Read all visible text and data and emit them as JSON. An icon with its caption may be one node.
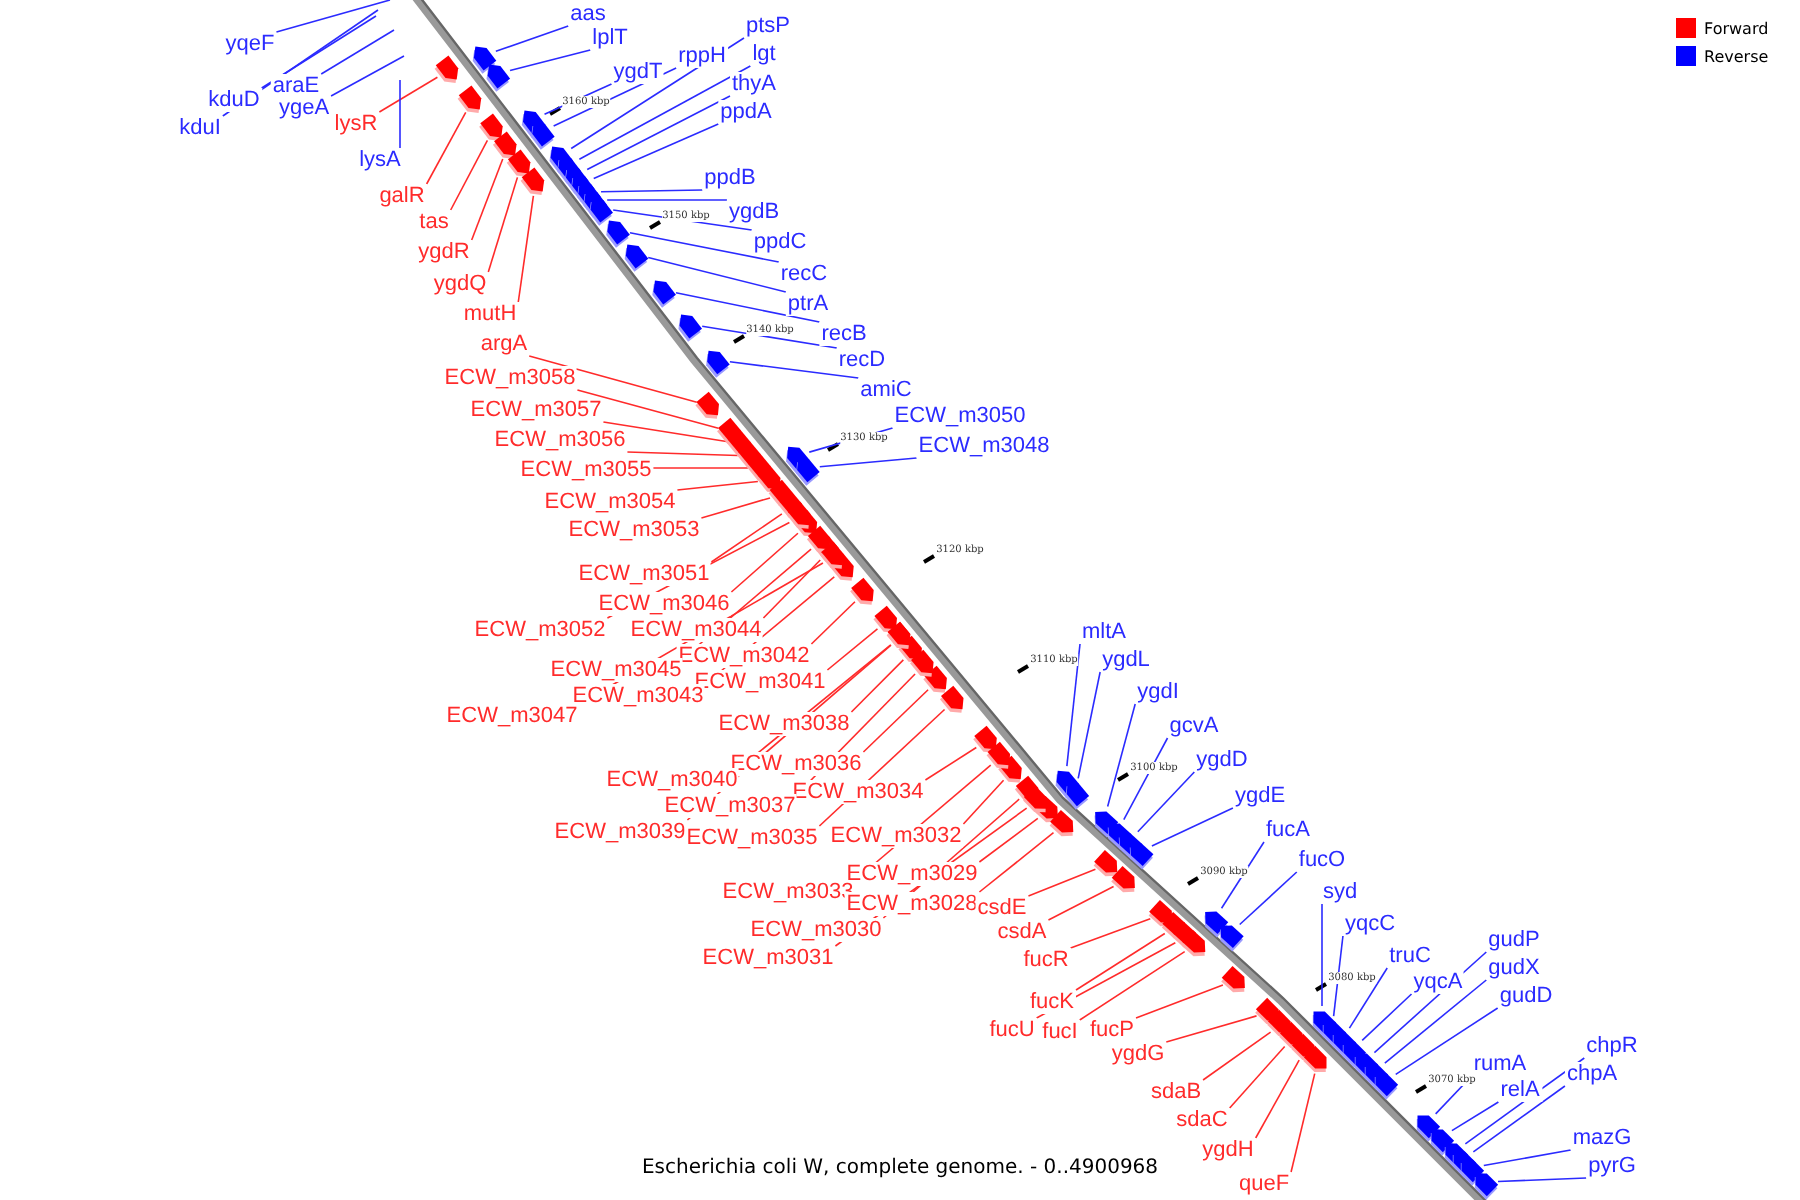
{
  "diagram": {
    "caption": "Escherichia coli W, complete genome. - 0..4900968",
    "nodes": [
      {
        "text": [
          "yqeF"
        ]
      },
      {
        "text": [
          "kduD"
        ]
      },
      {
        "text": [
          "araE"
        ]
      },
      {
        "text": [
          "ygeA"
        ]
      },
      {
        "text": [
          "kduI"
        ]
      },
      {
        "text": [
          "lysR"
        ]
      },
      {
        "text": [
          "lysA"
        ]
      },
      {
        "text": [
          "galR"
        ]
      },
      {
        "text": [
          "tas"
        ]
      },
      {
        "text": [
          "ygdR"
        ]
      },
      {
        "text": [
          "ygdQ"
        ]
      },
      {
        "text": [
          "mutH"
        ]
      },
      {
        "text": [
          "argA"
        ]
      },
      {
        "text": [
          "ECW_m3058"
        ]
      },
      {
        "text": [
          "ECW_m3057"
        ]
      },
      {
        "text": [
          "ECW_m3056"
        ]
      },
      {
        "text": [
          "ECW_m3055"
        ]
      },
      {
        "text": [
          "ECW_m3054"
        ]
      },
      {
        "text": [
          "ECW_m3053"
        ]
      },
      {
        "text": [
          "ECW_m3051"
        ]
      },
      {
        "text": [
          "ECW_m3046"
        ]
      },
      {
        "text": [
          "ECW_m3052"
        ]
      },
      {
        "text": [
          "ECW_m3044"
        ]
      },
      {
        "text": [
          "ECW_m3042"
        ]
      },
      {
        "text": [
          "ECW_m3045"
        ]
      },
      {
        "text": [
          "ECW_m3041"
        ]
      },
      {
        "text": [
          "ECW_m3043"
        ]
      },
      {
        "text": [
          "ECW_m3047"
        ]
      },
      {
        "text": [
          "ECW_m3038"
        ]
      },
      {
        "text": [
          "ECW_m3036"
        ]
      },
      {
        "text": [
          "ECW_m3040"
        ]
      },
      {
        "text": [
          "ECW_m3034"
        ]
      },
      {
        "text": [
          "ECW_m3037"
        ]
      },
      {
        "text": [
          "ECW_m3039"
        ]
      },
      {
        "text": [
          "ECW_m3035"
        ]
      },
      {
        "text": [
          "ECW_m3032"
        ]
      },
      {
        "text": [
          "ECW_m3029"
        ]
      },
      {
        "text": [
          "ECW_m3033"
        ]
      },
      {
        "text": [
          "ECW_m3028"
        ]
      },
      {
        "text": [
          "csdE"
        ]
      },
      {
        "text": [
          "ECW_m3030"
        ]
      },
      {
        "text": [
          "csdA"
        ]
      },
      {
        "text": [
          "ECW_m3031"
        ]
      },
      {
        "text": [
          "fucR"
        ]
      },
      {
        "text": [
          "fucK"
        ]
      },
      {
        "text": [
          "fucU"
        ]
      },
      {
        "text": [
          "fucI"
        ]
      },
      {
        "text": [
          "fucP"
        ]
      },
      {
        "text": [
          "ygdG"
        ]
      },
      {
        "text": [
          "sdaB"
        ]
      },
      {
        "text": [
          "sdaC"
        ]
      },
      {
        "text": [
          "ygdH"
        ]
      },
      {
        "text": [
          "queF"
        ]
      },
      {
        "text": [
          "aas"
        ]
      },
      {
        "text": [
          "lplT"
        ]
      },
      {
        "text": [
          "ygdT"
        ]
      },
      {
        "text": [
          "rppH"
        ]
      },
      {
        "text": [
          "ptsP"
        ]
      },
      {
        "text": [
          "lgt"
        ]
      },
      {
        "text": [
          "thyA"
        ]
      },
      {
        "text": [
          "ppdA"
        ]
      },
      {
        "text": [
          "ppdB"
        ]
      },
      {
        "text": [
          "ygdB"
        ]
      },
      {
        "text": [
          "ppdC"
        ]
      },
      {
        "text": [
          "recC"
        ]
      },
      {
        "text": [
          "ptrA"
        ]
      },
      {
        "text": [
          "recB"
        ]
      },
      {
        "text": [
          "recD"
        ]
      },
      {
        "text": [
          "amiC"
        ]
      },
      {
        "text": [
          "ECW_m3050"
        ]
      },
      {
        "text": [
          "ECW_m3048"
        ]
      },
      {
        "text": [
          "mltA"
        ]
      },
      {
        "text": [
          "ygdL"
        ]
      },
      {
        "text": [
          "ygdI"
        ]
      },
      {
        "text": [
          "gcvA"
        ]
      },
      {
        "text": [
          "ygdD"
        ]
      },
      {
        "text": [
          "ygdE"
        ]
      },
      {
        "text": [
          "fucA"
        ]
      },
      {
        "text": [
          "fucO"
        ]
      },
      {
        "text": [
          "syd"
        ]
      },
      {
        "text": [
          "yqcC"
        ]
      },
      {
        "text": [
          "truC"
        ]
      },
      {
        "text": [
          "yqcA"
        ]
      },
      {
        "text": [
          "gudP"
        ]
      },
      {
        "text": [
          "gudX"
        ]
      },
      {
        "text": [
          "gudD"
        ]
      },
      {
        "text": [
          "rumA"
        ]
      },
      {
        "text": [
          "relA"
        ]
      },
      {
        "text": [
          "chpR"
        ]
      },
      {
        "text": [
          "chpA"
        ]
      },
      {
        "text": [
          "mazG"
        ]
      },
      {
        "text": [
          "pyrG"
        ]
      },
      {
        "text": [],
        "shape": "arrow"
      },
      {
        "text": [],
        "shape": "arrow"
      },
      {
        "text": [],
        "shape": "arrow"
      },
      {
        "text": [],
        "shape": "arrow"
      },
      {
        "text": [],
        "shape": "arrow"
      },
      {
        "text": [],
        "shape": "arrow"
      },
      {
        "text": [],
        "shape": "arrow"
      },
      {
        "text": [],
        "shape": "arrow"
      },
      {
        "text": [],
        "shape": "arrow"
      },
      {
        "text": [],
        "shape": "arrow"
      },
      {
        "text": [],
        "shape": "arrow"
      },
      {
        "text": [],
        "shape": "arrow"
      },
      {
        "text": [],
        "shape": "arrow"
      },
      {
        "text": [],
        "shape": "arrow"
      },
      {
        "text": [],
        "shape": "arrow"
      },
      {
        "text": [],
        "shape": "arrow"
      },
      {
        "text": [],
        "shape": "arrow"
      },
      {
        "text": [],
        "shape": "arrow"
      },
      {
        "text": [],
        "shape": "arrow"
      },
      {
        "text": [],
        "shape": "arrow"
      },
      {
        "text": [],
        "shape": "arrow"
      },
      {
        "text": [],
        "shape": "arrow"
      },
      {
        "text": [],
        "shape": "arrow"
      },
      {
        "text": [],
        "shape": "arrow"
      },
      {
        "text": [],
        "shape": "arrow"
      },
      {
        "text": [],
        "shape": "arrow"
      },
      {
        "text": [],
        "shape": "arrow"
      },
      {
        "text": [],
        "shape": "arrow"
      },
      {
        "text": [],
        "shape": "arrow"
      },
      {
        "text": [],
        "shape": "arrow"
      },
      {
        "text": [],
        "shape": "arrow"
      },
      {
        "text": [],
        "shape": "arrow"
      },
      {
        "text": [],
        "shape": "arrow"
      },
      {
        "text": [],
        "shape": "arrow"
      },
      {
        "text": [],
        "shape": "arrow"
      },
      {
        "text": [],
        "shape": "arrow"
      },
      {
        "text": [],
        "shape": "arrow"
      },
      {
        "text": [],
        "shape": "arrow"
      },
      {
        "text": [],
        "shape": "arrow"
      },
      {
        "text": [],
        "shape": "arrow"
      },
      {
        "text": [],
        "shape": "arrow"
      },
      {
        "text": [],
        "shape": "arrow"
      },
      {
        "text": [],
        "shape": "arrow"
      },
      {
        "text": [],
        "shape": "arrow"
      },
      {
        "text": [],
        "shape": "arrow"
      },
      {
        "text": [],
        "shape": "arrow"
      },
      {
        "text": [],
        "shape": "arrow"
      },
      {
        "text": [],
        "shape": "arrow"
      },
      {
        "text": [],
        "shape": "arrow"
      },
      {
        "text": [],
        "shape": "arrow"
      },
      {
        "text": [],
        "shape": "arrow"
      },
      {
        "text": [],
        "shape": "arrow"
      },
      {
        "text": [],
        "shape": "arrow"
      },
      {
        "text": [],
        "shape": "arrow"
      },
      {
        "text": [],
        "shape": "arrow"
      },
      {
        "text": [],
        "shape": "arrow"
      },
      {
        "text": [],
        "shape": "arrow"
      },
      {
        "text": [],
        "shape": "arrow"
      },
      {
        "text": [],
        "shape": "arrow"
      },
      {
        "text": [],
        "shape": "arrow"
      },
      {
        "text": [],
        "shape": "arrow"
      },
      {
        "text": [],
        "shape": "arrow"
      },
      {
        "text": [],
        "shape": "arrow"
      },
      {
        "text": [],
        "shape": "arrow"
      },
      {
        "text": [],
        "shape": "arrow"
      },
      {
        "text": [],
        "shape": "arrow"
      },
      {
        "text": [],
        "shape": "arrow"
      },
      {
        "text": [],
        "shape": "arrow"
      },
      {
        "text": [],
        "shape": "arrow"
      },
      {
        "text": [],
        "shape": "arrow"
      },
      {
        "text": [],
        "shape": "arrow"
      },
      {
        "text": [],
        "shape": "arrow"
      },
      {
        "text": [],
        "shape": "arrow"
      },
      {
        "text": [],
        "shape": "arrow"
      },
      {
        "text": [],
        "shape": "arrow"
      },
      {
        "text": [],
        "shape": "arrow"
      },
      {
        "text": [],
        "shape": "arrow"
      },
      {
        "text": [],
        "shape": "arrow"
      },
      {
        "text": [],
        "shape": "arrow"
      },
      {
        "text": [],
        "shape": "arrow"
      },
      {
        "text": [],
        "shape": "arrow"
      },
      {
        "text": [],
        "shape": "arrow"
      },
      {
        "text": [],
        "shape": "arrow"
      },
      {
        "text": [],
        "shape": "arrow"
      },
      {
        "text": [],
        "shape": "arrow"
      },
      {
        "text": [],
        "shape": "arrow"
      }
    ],
    "edges": [
      {
        "from": 0,
        "to": null,
        "arrow": "none",
        "color": "#2b2bff"
      },
      {
        "from": 1,
        "to": null,
        "arrow": "none",
        "color": "#2b2bff"
      },
      {
        "from": 2,
        "to": null,
        "arrow": "none",
        "color": "#2b2bff"
      },
      {
        "from": 3,
        "to": null,
        "arrow": "none",
        "color": "#2b2bff"
      },
      {
        "from": 4,
        "to": null,
        "arrow": "none",
        "color": "#2b2bff"
      },
      {
        "from": 5,
        "to": 92,
        "arrow": "none"
      },
      {
        "from": 6,
        "to": null,
        "arrow": "none",
        "color": "#2b2bff"
      },
      {
        "from": 7,
        "to": 93,
        "arrow": "none"
      },
      {
        "from": 8,
        "to": 94,
        "arrow": "none"
      },
      {
        "from": 9,
        "to": 95,
        "arrow": "none"
      },
      {
        "from": 10,
        "to": 96,
        "arrow": "none"
      },
      {
        "from": 11,
        "to": 97,
        "arrow": "none"
      },
      {
        "from": 12,
        "to": 98,
        "arrow": "none"
      },
      {
        "from": 13,
        "to": 99,
        "arrow": "none"
      },
      {
        "from": 14,
        "to": 100,
        "arrow": "none"
      },
      {
        "from": 15,
        "to": 101,
        "arrow": "none"
      },
      {
        "from": 16,
        "to": 102,
        "arrow": "none"
      },
      {
        "from": 17,
        "to": 103,
        "arrow": "none"
      },
      {
        "from": 18,
        "to": 104,
        "arrow": "none"
      },
      {
        "from": 19,
        "to": 105,
        "arrow": "none"
      },
      {
        "from": 20,
        "to": 106,
        "arrow": "none"
      },
      {
        "from": 21,
        "to": 107,
        "arrow": "none"
      },
      {
        "from": 22,
        "to": 108,
        "arrow": "none"
      },
      {
        "from": 23,
        "to": 109,
        "arrow": "none"
      },
      {
        "from": 24,
        "to": 110,
        "arrow": "none"
      },
      {
        "from": 25,
        "to": 111,
        "arrow": "none"
      },
      {
        "from": 26,
        "to": 112,
        "arrow": "none"
      },
      {
        "from": 27,
        "to": 113,
        "arrow": "none"
      },
      {
        "from": 28,
        "to": 114,
        "arrow": "none"
      },
      {
        "from": 29,
        "to": 115,
        "arrow": "none"
      },
      {
        "from": 30,
        "to": 116,
        "arrow": "none"
      },
      {
        "from": 31,
        "to": 117,
        "arrow": "none"
      },
      {
        "from": 32,
        "to": 118,
        "arrow": "none"
      },
      {
        "from": 33,
        "to": 119,
        "arrow": "none"
      },
      {
        "from": 34,
        "to": 120,
        "arrow": "none"
      },
      {
        "from": 35,
        "to": 121,
        "arrow": "none"
      },
      {
        "from": 36,
        "to": 122,
        "arrow": "none"
      },
      {
        "from": 37,
        "to": 123,
        "arrow": "none"
      },
      {
        "from": 38,
        "to": 124,
        "arrow": "none"
      },
      {
        "from": 39,
        "to": 125,
        "arrow": "none"
      },
      {
        "from": 40,
        "to": 126,
        "arrow": "none"
      },
      {
        "from": 41,
        "to": 127,
        "arrow": "none"
      },
      {
        "from": 42,
        "to": 128,
        "arrow": "none"
      },
      {
        "from": 43,
        "to": 129,
        "arrow": "none"
      },
      {
        "from": 44,
        "to": 130,
        "arrow": "none"
      },
      {
        "from": 45,
        "to": 131,
        "arrow": "none"
      },
      {
        "from": 46,
        "to": 132,
        "arrow": "none"
      },
      {
        "from": 47,
        "to": 133,
        "arrow": "none"
      },
      {
        "from": 48,
        "to": 134,
        "arrow": "none"
      },
      {
        "from": 49,
        "to": 135,
        "arrow": "none"
      },
      {
        "from": 50,
        "to": 136,
        "arrow": "none"
      },
      {
        "from": 51,
        "to": 137,
        "arrow": "none"
      },
      {
        "from": 52,
        "to": 138,
        "arrow": "none"
      },
      {
        "from": 53,
        "to": 139,
        "arrow": "none",
        "color": "#2b2bff"
      },
      {
        "from": 54,
        "to": 140,
        "arrow": "none",
        "color": "#2b2bff"
      },
      {
        "from": 55,
        "to": 141,
        "arrow": "none",
        "color": "#2b2bff"
      },
      {
        "from": 56,
        "to": 142,
        "arrow": "none",
        "color": "#2b2bff"
      },
      {
        "from": 57,
        "to": 143,
        "arrow": "none",
        "color": "#2b2bff"
      },
      {
        "from": 58,
        "to": 144,
        "arrow": "none",
        "color": "#2b2bff"
      },
      {
        "from": 59,
        "to": 145,
        "arrow": "none",
        "color": "#2b2bff"
      },
      {
        "from": 60,
        "to": 146,
        "arrow": "none",
        "color": "#2b2bff"
      },
      {
        "from": 61,
        "to": 147,
        "arrow": "none",
        "color": "#2b2bff"
      },
      {
        "from": 62,
        "to": 148,
        "arrow": "none",
        "color": "#2b2bff"
      },
      {
        "from": 63,
        "to": 149,
        "arrow": "none",
        "color": "#2b2bff"
      },
      {
        "from": 64,
        "to": 150,
        "arrow": "none",
        "color": "#2b2bff"
      },
      {
        "from": 65,
        "to": 151,
        "arrow": "none",
        "color": "#2b2bff"
      },
      {
        "from": 66,
        "to": 152,
        "arrow": "none",
        "color": "#2b2bff"
      },
      {
        "from": 67,
        "to": 153,
        "arrow": "none",
        "color": "#2b2bff"
      },
      {
        "from": 68,
        "to": 154,
        "arrow": "none",
        "color": "#2b2bff"
      },
      {
        "from": 69,
        "to": 155,
        "arrow": "none",
        "color": "#2b2bff"
      },
      {
        "from": 70,
        "to": 156,
        "arrow": "none",
        "color": "#2b2bff"
      },
      {
        "from": 71,
        "to": 157,
        "arrow": "none",
        "color": "#2b2bff"
      },
      {
        "from": 72,
        "to": 158,
        "arrow": "none",
        "color": "#2b2bff"
      },
      {
        "from": 73,
        "to": 159,
        "arrow": "none",
        "color": "#2b2bff"
      },
      {
        "from": 74,
        "to": 160,
        "arrow": "none",
        "color": "#2b2bff"
      },
      {
        "from": 75,
        "to": 161,
        "arrow": "none",
        "color": "#2b2bff"
      },
      {
        "from": 76,
        "to": 162,
        "arrow": "none",
        "color": "#2b2bff"
      },
      {
        "from": 77,
        "to": 163,
        "arrow": "none",
        "color": "#2b2bff"
      },
      {
        "from": 78,
        "to": 164,
        "arrow": "none",
        "color": "#2b2bff"
      },
      {
        "from": 79,
        "to": 165,
        "arrow": "none",
        "color": "#2b2bff"
      },
      {
        "from": 80,
        "to": 166,
        "arrow": "none",
        "color": "#2b2bff"
      },
      {
        "from": 81,
        "to": 167,
        "arrow": "none",
        "color": "#2b2bff"
      },
      {
        "from": 82,
        "to": 168,
        "arrow": "none",
        "color": "#2b2bff"
      },
      {
        "from": 83,
        "to": 169,
        "arrow": "none",
        "color": "#2b2bff"
      },
      {
        "from": 84,
        "to": 170,
        "arrow": "none",
        "color": "#2b2bff"
      },
      {
        "from": 85,
        "to": 171,
        "arrow": "none",
        "color": "#2b2bff"
      },
      {
        "from": 86,
        "to": 172,
        "arrow": "none",
        "color": "#2b2bff"
      },
      {
        "from": 87,
        "to": 173,
        "arrow": "none",
        "color": "#2b2bff"
      },
      {
        "from": 88,
        "to": 174,
        "arrow": "none",
        "color": "#2b2bff"
      },
      {
        "from": 89,
        "to": 175,
        "arrow": "none",
        "color": "#2b2bff"
      },
      {
        "from": 90,
        "to": 176,
        "arrow": "none",
        "color": "#2b2bff"
      },
      {
        "from": 91,
        "to": 177,
        "arrow": "none",
        "color": "#2b2bff"
      }
    ],
    "labels": [
      "3160 kbp",
      "3150 kbp",
      "3140 kbp",
      "3130 kbp",
      "3120 kbp",
      "3110 kbp",
      "3100 kbp",
      "3090 kbp",
      "3080 kbp",
      "3070 kbp"
    ],
    "legend": [
      {
        "text": "Forward",
        "color": "#ff0000"
      },
      {
        "text": "Reverse",
        "color": "#0000ff"
      }
    ]
  }
}
